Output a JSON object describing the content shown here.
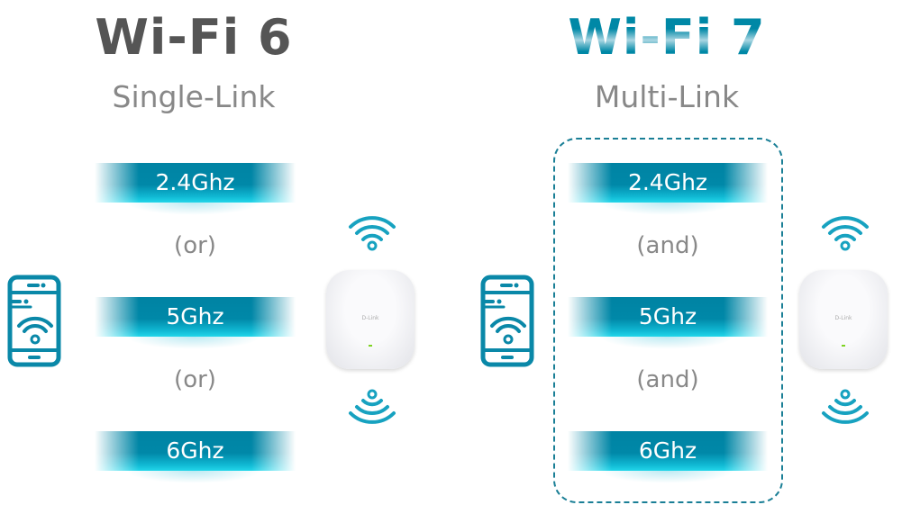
{
  "wifi6": {
    "title": "Wi-Fi 6",
    "subtitle": "Single-Link",
    "bands": [
      "2.4Ghz",
      "5Ghz",
      "6Ghz"
    ],
    "connector": "(or)"
  },
  "wifi7": {
    "title": "Wi-Fi 7",
    "subtitle": "Multi-Link",
    "bands": [
      "2.4Ghz",
      "5Ghz",
      "6Ghz"
    ],
    "connector": "(and)"
  },
  "device": {
    "brand": "D-Link"
  },
  "colors": {
    "teal": "#0088a8",
    "gray": "#888888"
  }
}
